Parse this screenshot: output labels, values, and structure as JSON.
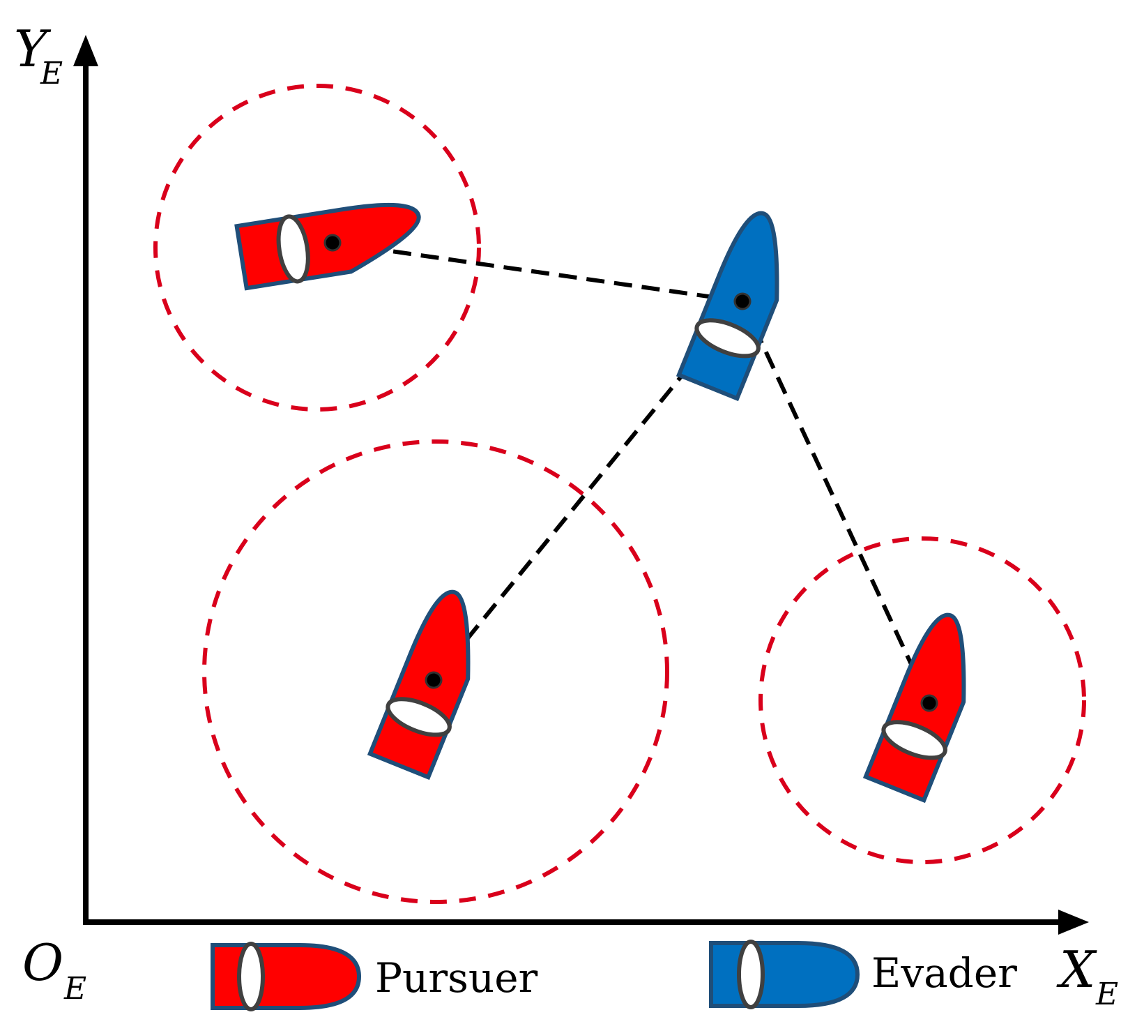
{
  "axes": {
    "y_label": "Y",
    "y_subscript": "E",
    "x_label": "X",
    "x_subscript": "E",
    "origin_label": "O",
    "origin_subscript": "E"
  },
  "legend": {
    "pursuer_label": "Pursuer",
    "evader_label": "Evader"
  },
  "colors": {
    "pursuer_fill": "#ff0000",
    "evader_fill": "#0070c0",
    "hull_outline": "#1f4e79",
    "range_circle": "#d9001b",
    "link_line": "#000000"
  },
  "pursuer_count": 3,
  "evader_count": 1
}
